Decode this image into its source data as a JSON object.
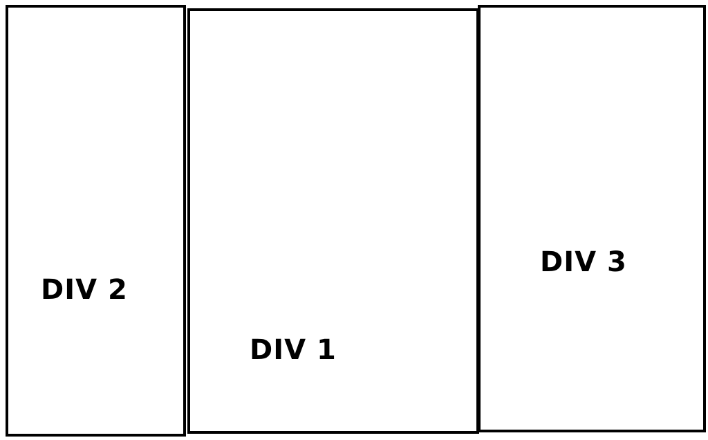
{
  "diagram": {
    "boxes": [
      {
        "id": "div-2",
        "label": "DIV 2"
      },
      {
        "id": "div-1",
        "label": "DIV 1"
      },
      {
        "id": "div-3",
        "label": "DIV 3"
      }
    ]
  },
  "colors": {
    "border": "#000000",
    "background": "#ffffff",
    "text": "#000000"
  }
}
